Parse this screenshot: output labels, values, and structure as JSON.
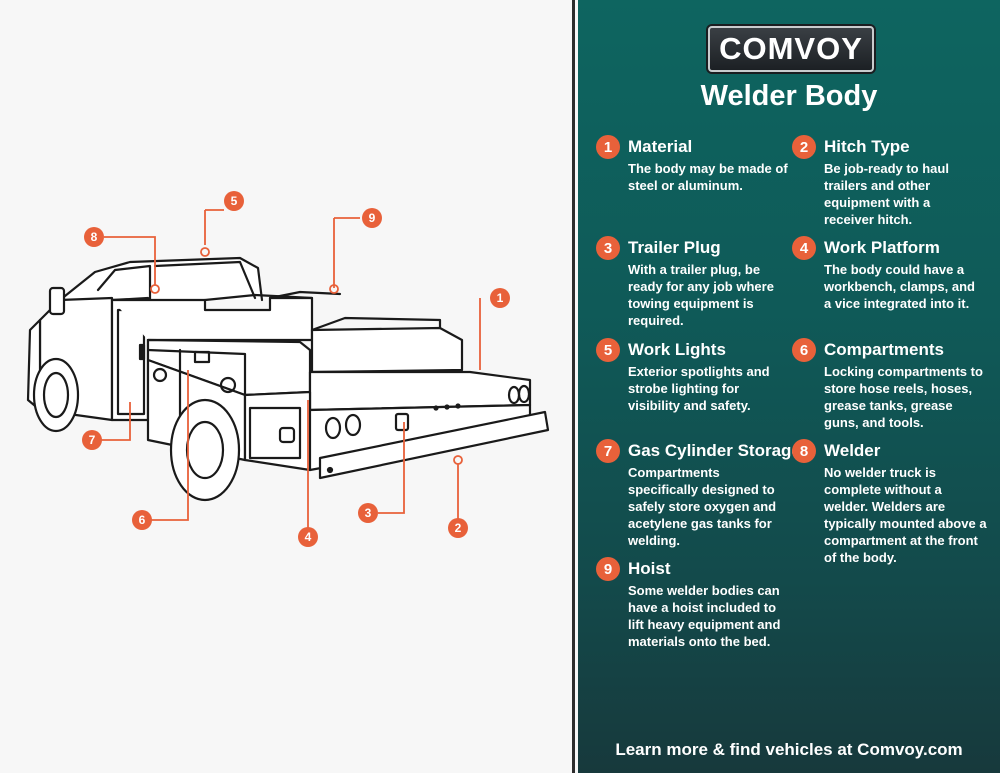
{
  "brand": {
    "logo_text": "COMVOY"
  },
  "title": "Welder Body",
  "items": [
    {
      "num": "1",
      "title": "Material",
      "desc": "The body may be made of steel or aluminum."
    },
    {
      "num": "2",
      "title": "Hitch Type",
      "desc": "Be job-ready to haul trailers and other equipment with a receiver hitch."
    },
    {
      "num": "3",
      "title": "Trailer Plug",
      "desc": "With a trailer plug, be ready for any job where towing equipment is required."
    },
    {
      "num": "4",
      "title": "Work Platform",
      "desc": "The body could have a workbench, clamps, and a vice integrated into it."
    },
    {
      "num": "5",
      "title": "Work Lights",
      "desc": "Exterior spotlights and strobe lighting for visibility and safety."
    },
    {
      "num": "6",
      "title": "Compartments",
      "desc": "Locking compartments to store hose reels, hoses, grease tanks, grease guns, and tools."
    },
    {
      "num": "7",
      "title": "Gas Cylinder Storage",
      "desc": "Compartments specifically designed to safely store oxygen and acetylene gas tanks for welding."
    },
    {
      "num": "8",
      "title": "Welder",
      "desc": "No welder truck is complete without a welder. Welders are typically mounted above a compartment at the front of the body."
    },
    {
      "num": "9",
      "title": "Hoist",
      "desc": "Some welder bodies can have a hoist included to lift heavy equipment and materials onto the bed."
    }
  ],
  "callouts": [
    "1",
    "2",
    "3",
    "4",
    "5",
    "6",
    "7",
    "8",
    "9"
  ],
  "footer": "Learn more & find vehicles at Comvoy.com",
  "colors": {
    "accent": "#e8613a",
    "panel": "#0f5a58",
    "outline": "#1a1a1a"
  }
}
